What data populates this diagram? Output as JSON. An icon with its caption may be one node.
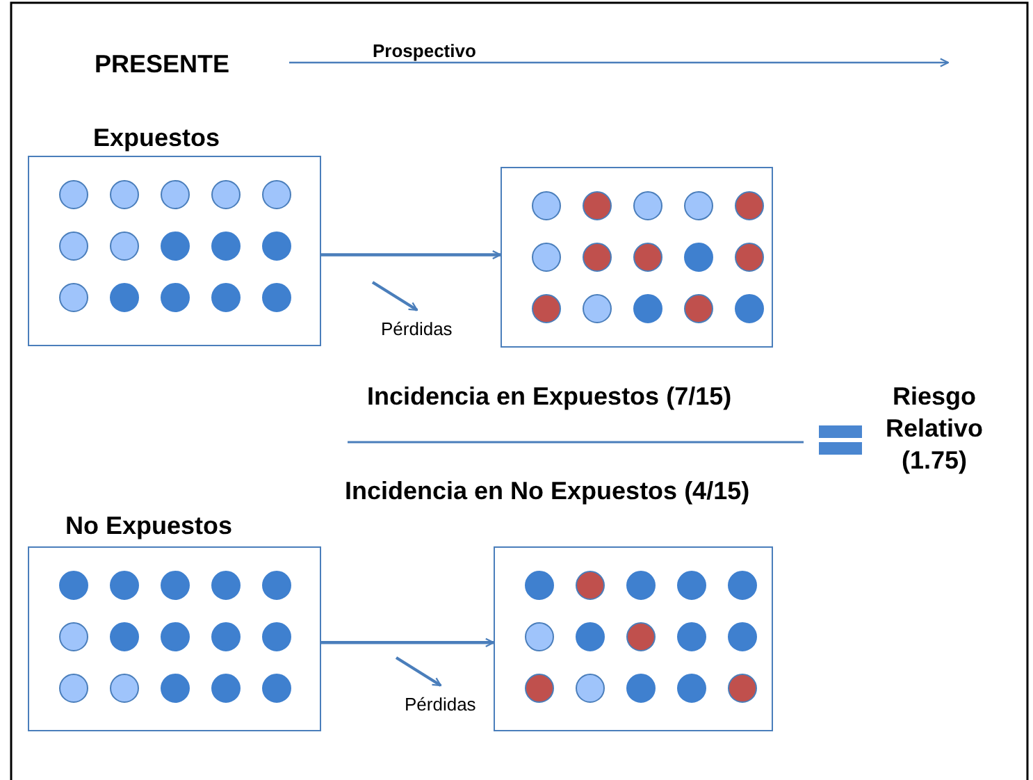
{
  "diagram": {
    "nodes": [
      {
        "text": [
          "Expuestos"
        ]
      },
      {
        "text": [],
        "shape": "box"
      },
      {
        "text": [
          "Pérdidas"
        ]
      },
      {
        "text": [
          "No Expuestos"
        ]
      },
      {
        "text": [],
        "shape": "box"
      },
      {
        "text": [
          "Pérdidas"
        ]
      }
    ],
    "edges": [
      {
        "from": 0,
        "to": 1,
        "arrow": "to"
      },
      {
        "from": null,
        "to": 2,
        "arrow": "to"
      },
      {
        "from": 3,
        "to": 4,
        "arrow": "to"
      },
      {
        "from": null,
        "to": 5,
        "arrow": "to"
      }
    ],
    "labels": [
      "PRESENTE",
      "Prospectivo",
      "Incidencia en Expuestos (7/15)",
      "Incidencia en No Expuestos (4/15)",
      "Riesgo Relativo (1.75)"
    ]
  }
}
